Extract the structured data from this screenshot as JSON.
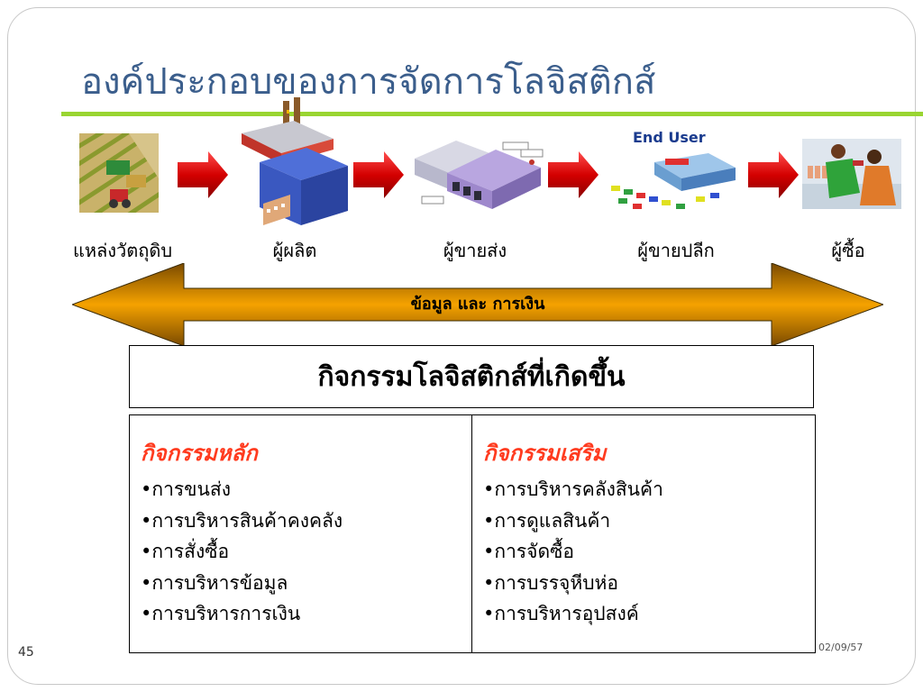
{
  "slide": {
    "title": "องค์ประกอบของการจัดการโลจิสติกส์",
    "page_number": "45",
    "date": "02/09/57"
  },
  "supply_chain": {
    "end_user_label": "End User",
    "stages": [
      {
        "label": "แหล่งวัตถุดิบ",
        "icon": "farm-harvester-icon"
      },
      {
        "label": "ผู้ผลิต",
        "icon": "factory-icon"
      },
      {
        "label": "ผู้ขายส่ง",
        "icon": "warehouse-icon"
      },
      {
        "label": "ผู้ขายปลีก",
        "icon": "retail-store-icon"
      },
      {
        "label": "ผู้ซื้อ",
        "icon": "shoppers-icon"
      }
    ],
    "flow_label": "ข้อมูล และ การเงิน",
    "colors": {
      "arrow_red": "#e8161a",
      "flow_orange": "#f29100",
      "rule_green": "#99d531"
    }
  },
  "activities": {
    "heading": "กิจกรรมโลจิสติกส์ที่เกิดขึ้น",
    "primary": {
      "title": "กิจกรรมหลัก",
      "items": [
        "•การขนส่ง",
        "•การบริหารสินค้าคงคลัง",
        "•การสั่งซื้อ",
        "•การบริหารข้อมูล",
        "•การบริหารการเงิน"
      ]
    },
    "support": {
      "title": "กิจกรรมเสริม",
      "items": [
        "•การบริหารคลังสินค้า",
        "•การดูแลสินค้า",
        "•การจัดซื้อ",
        "•การบรรจุหีบห่อ",
        "•การบริหารอุปสงค์"
      ]
    },
    "title_color": "#ff3b1f"
  }
}
